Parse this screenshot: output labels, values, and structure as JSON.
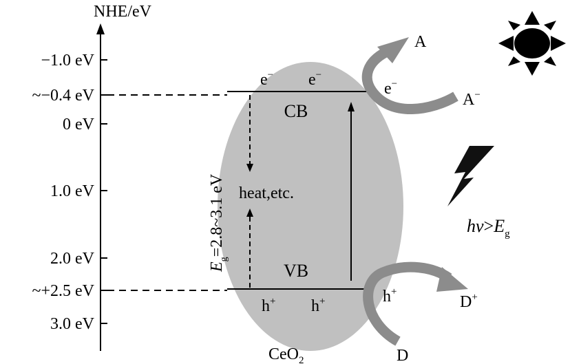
{
  "axis": {
    "title": "NHE/eV",
    "ticks": [
      {
        "label": "−1.0 eV"
      },
      {
        "label": "~−0.4 eV"
      },
      {
        "label": "0 eV"
      },
      {
        "label": "1.0 eV"
      },
      {
        "label": "2.0 eV"
      },
      {
        "label": "~+2.5 eV"
      },
      {
        "label": "3.0 eV"
      }
    ]
  },
  "semiconductor": {
    "name": "CeO",
    "name_subscript": "2",
    "cb_label": "CB",
    "vb_label": "VB",
    "electron": "e",
    "electron_sup": "−",
    "hole": "h",
    "hole_sup": "+",
    "recombination_label": "heat,etc.",
    "bandgap_symbol": "E",
    "bandgap_subscript": "g",
    "bandgap_value": "=2.8~3.1 eV"
  },
  "reactions": {
    "acceptor": "A",
    "acceptor_reduced": "A",
    "acceptor_reduced_sup": "−",
    "donor": "D",
    "donor_oxidized": "D",
    "donor_oxidized_sup": "+"
  },
  "light": {
    "hv": "hν",
    "gt": ">",
    "E": "E",
    "E_sub": "g"
  },
  "colors": {
    "ellipse": "#c0c0c0",
    "arrow_gray": "#8c8c8c",
    "ink": "#000000"
  },
  "icons": [
    "sun-icon",
    "lightning-icon"
  ]
}
